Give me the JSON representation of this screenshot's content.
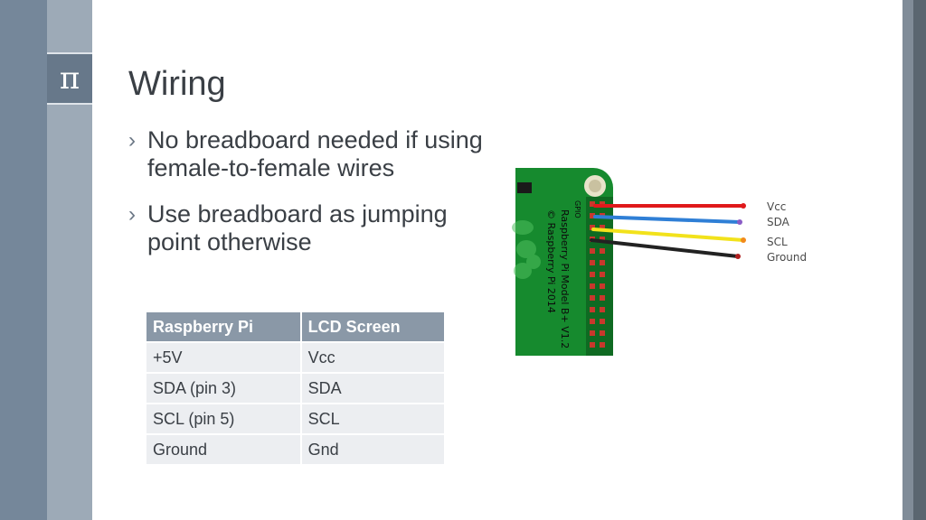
{
  "slide": {
    "logo_symbol": "π",
    "title": "Wiring",
    "bullets": [
      {
        "marker": "›",
        "text": "No breadboard needed if using female-to-female wires"
      },
      {
        "marker": "›",
        "text": "Use breadboard as jumping point otherwise"
      }
    ]
  },
  "table": {
    "headers": [
      "Raspberry Pi",
      "LCD Screen"
    ],
    "rows": [
      [
        "+5V",
        "Vcc"
      ],
      [
        "SDA (pin 3)",
        "SDA"
      ],
      [
        "SCL (pin 5)",
        "SCL"
      ],
      [
        "Ground",
        "Gnd"
      ]
    ]
  },
  "diagram": {
    "board_text_1": "Raspberry Pi Model B+ V1.2",
    "board_text_2": "© Raspberry Pi 2014",
    "header_label": "GPIO",
    "wire_labels": [
      "Vcc",
      "SDA",
      "SCL",
      "Ground"
    ],
    "colors": {
      "board": "#168a2e",
      "vcc_wire": "#e0191b",
      "sda_wire": "#2f7fd6",
      "scl_wire": "#f2e21b",
      "ground_wire": "#222222"
    }
  },
  "theme": {
    "bar_dark": "#75879a",
    "bar_light": "#9daab7",
    "table_header": "#8a98a7",
    "table_cell": "#eceef1"
  }
}
